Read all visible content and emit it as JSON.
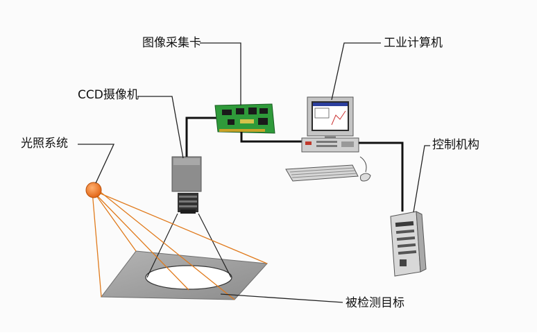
{
  "labels": {
    "capture_card": "图像采集卡",
    "industrial_pc": "工业计算机",
    "ccd_camera": "CCD摄像机",
    "lighting_system": "光照系统",
    "control_unit": "控制机构",
    "target": "被检测目标"
  },
  "colors": {
    "light_ray": "#e07a1c",
    "light_source": "#e8701a",
    "cable": "#111111",
    "pcb": "#2f9a3a",
    "label_line": "#222222"
  }
}
